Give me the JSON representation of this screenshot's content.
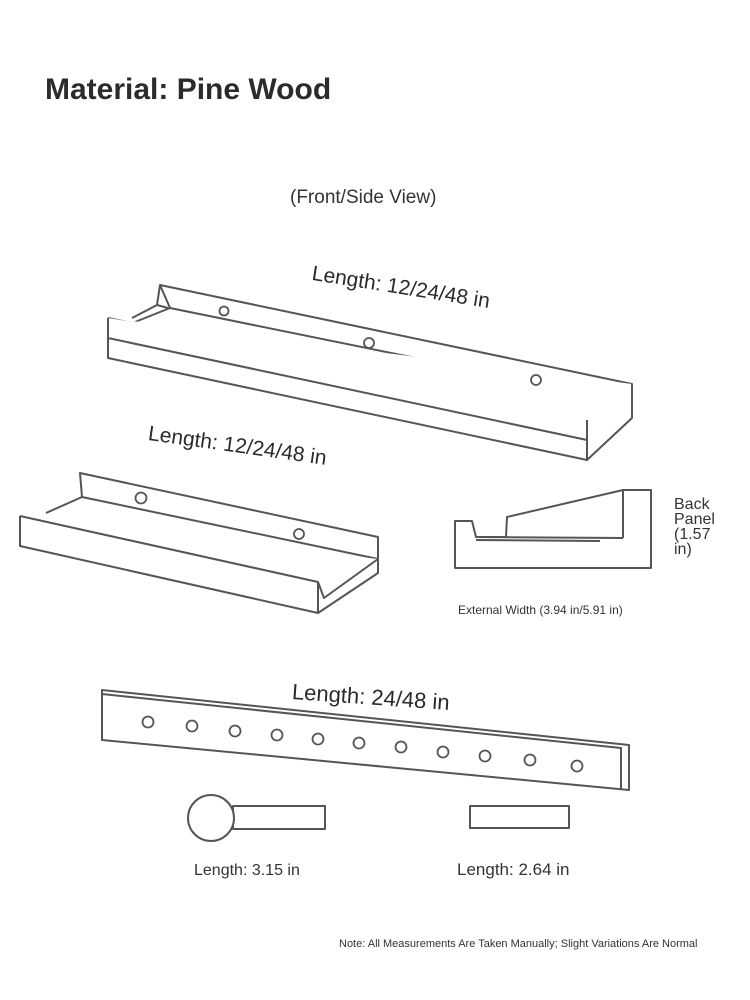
{
  "title": "Material: Pine Wood",
  "subtitle": "(Front/Side View)",
  "labels": {
    "shelf_large_length": "Length: 12/24/48 in",
    "shelf_small_length": "Length: 12/24/48 in",
    "back_panel": [
      "Back",
      "Panel",
      "(1.57",
      "in)"
    ],
    "external_width": "External Width (3.94 in/5.91 in)",
    "rail_length": "Length: 24/48 in",
    "bracket_length": "Length: 3.15 in",
    "screw_length": "Length: 2.64 in"
  },
  "note": "Note: All Measurements Are Taken Manually; Slight Variations Are Normal",
  "colors": {
    "line": "#555555",
    "text": "#333333",
    "background": "#ffffff"
  }
}
